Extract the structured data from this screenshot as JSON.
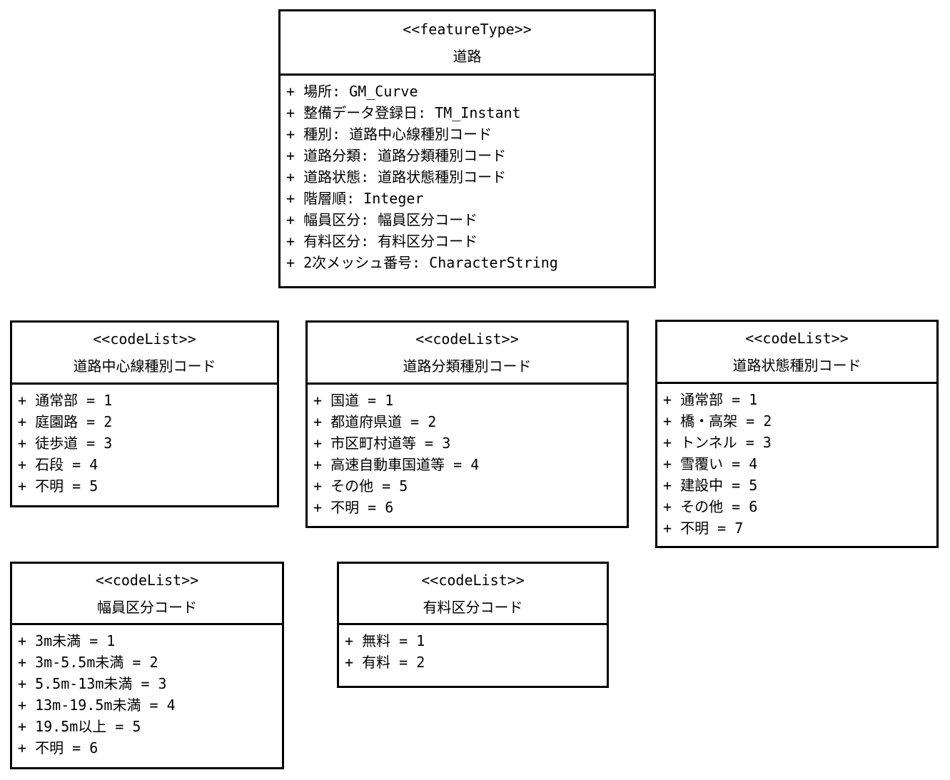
{
  "diagram": {
    "type": "uml-class-diagram",
    "background_color": "#ffffff",
    "line_color": "#000000",
    "text_color": "#000000",
    "boxes": [
      {
        "stereotype": "<<featureType>>",
        "name": "道路",
        "attributes": [
          "+ 場所: GM_Curve",
          "+ 整備データ登録日: TM_Instant",
          "+ 種別: 道路中心線種別コード",
          "+ 道路分類: 道路分類種別コード",
          "+ 道路状態: 道路状態種別コード",
          "+ 階層順: Integer",
          "+ 幅員区分: 幅員区分コード",
          "+ 有料区分: 有料区分コード",
          "+ 2次メッシュ番号: CharacterString"
        ]
      },
      {
        "stereotype": "<<codeList>>",
        "name": "道路中心線種別コード",
        "attributes": [
          "+ 通常部 = 1",
          "+ 庭園路 = 2",
          "+ 徒歩道 = 3",
          "+ 石段 = 4",
          "+ 不明 = 5"
        ]
      },
      {
        "stereotype": "<<codeList>>",
        "name": "道路分類種別コード",
        "attributes": [
          "+ 国道 = 1",
          "+ 都道府県道 = 2",
          "+ 市区町村道等 = 3",
          "+ 高速自動車国道等 = 4",
          "+ その他 = 5",
          "+ 不明 = 6"
        ]
      },
      {
        "stereotype": "<<codeList>>",
        "name": "道路状態種別コード",
        "attributes": [
          "+ 通常部 = 1",
          "+ 橋・高架 = 2",
          "+ トンネル = 3",
          "+ 雪覆い = 4",
          "+ 建設中 = 5",
          "+ その他 = 6",
          "+ 不明 = 7"
        ]
      },
      {
        "stereotype": "<<codeList>>",
        "name": "幅員区分コード",
        "attributes": [
          "+ 3m未満 = 1",
          "+ 3m-5.5m未満 = 2",
          "+ 5.5m-13m未満 = 3",
          "+ 13m-19.5m未満 = 4",
          "+ 19.5m以上 = 5",
          "+ 不明 = 6"
        ]
      },
      {
        "stereotype": "<<codeList>>",
        "name": "有料区分コード",
        "attributes": [
          "+ 無料 = 1",
          "+ 有料 = 2"
        ]
      }
    ]
  }
}
